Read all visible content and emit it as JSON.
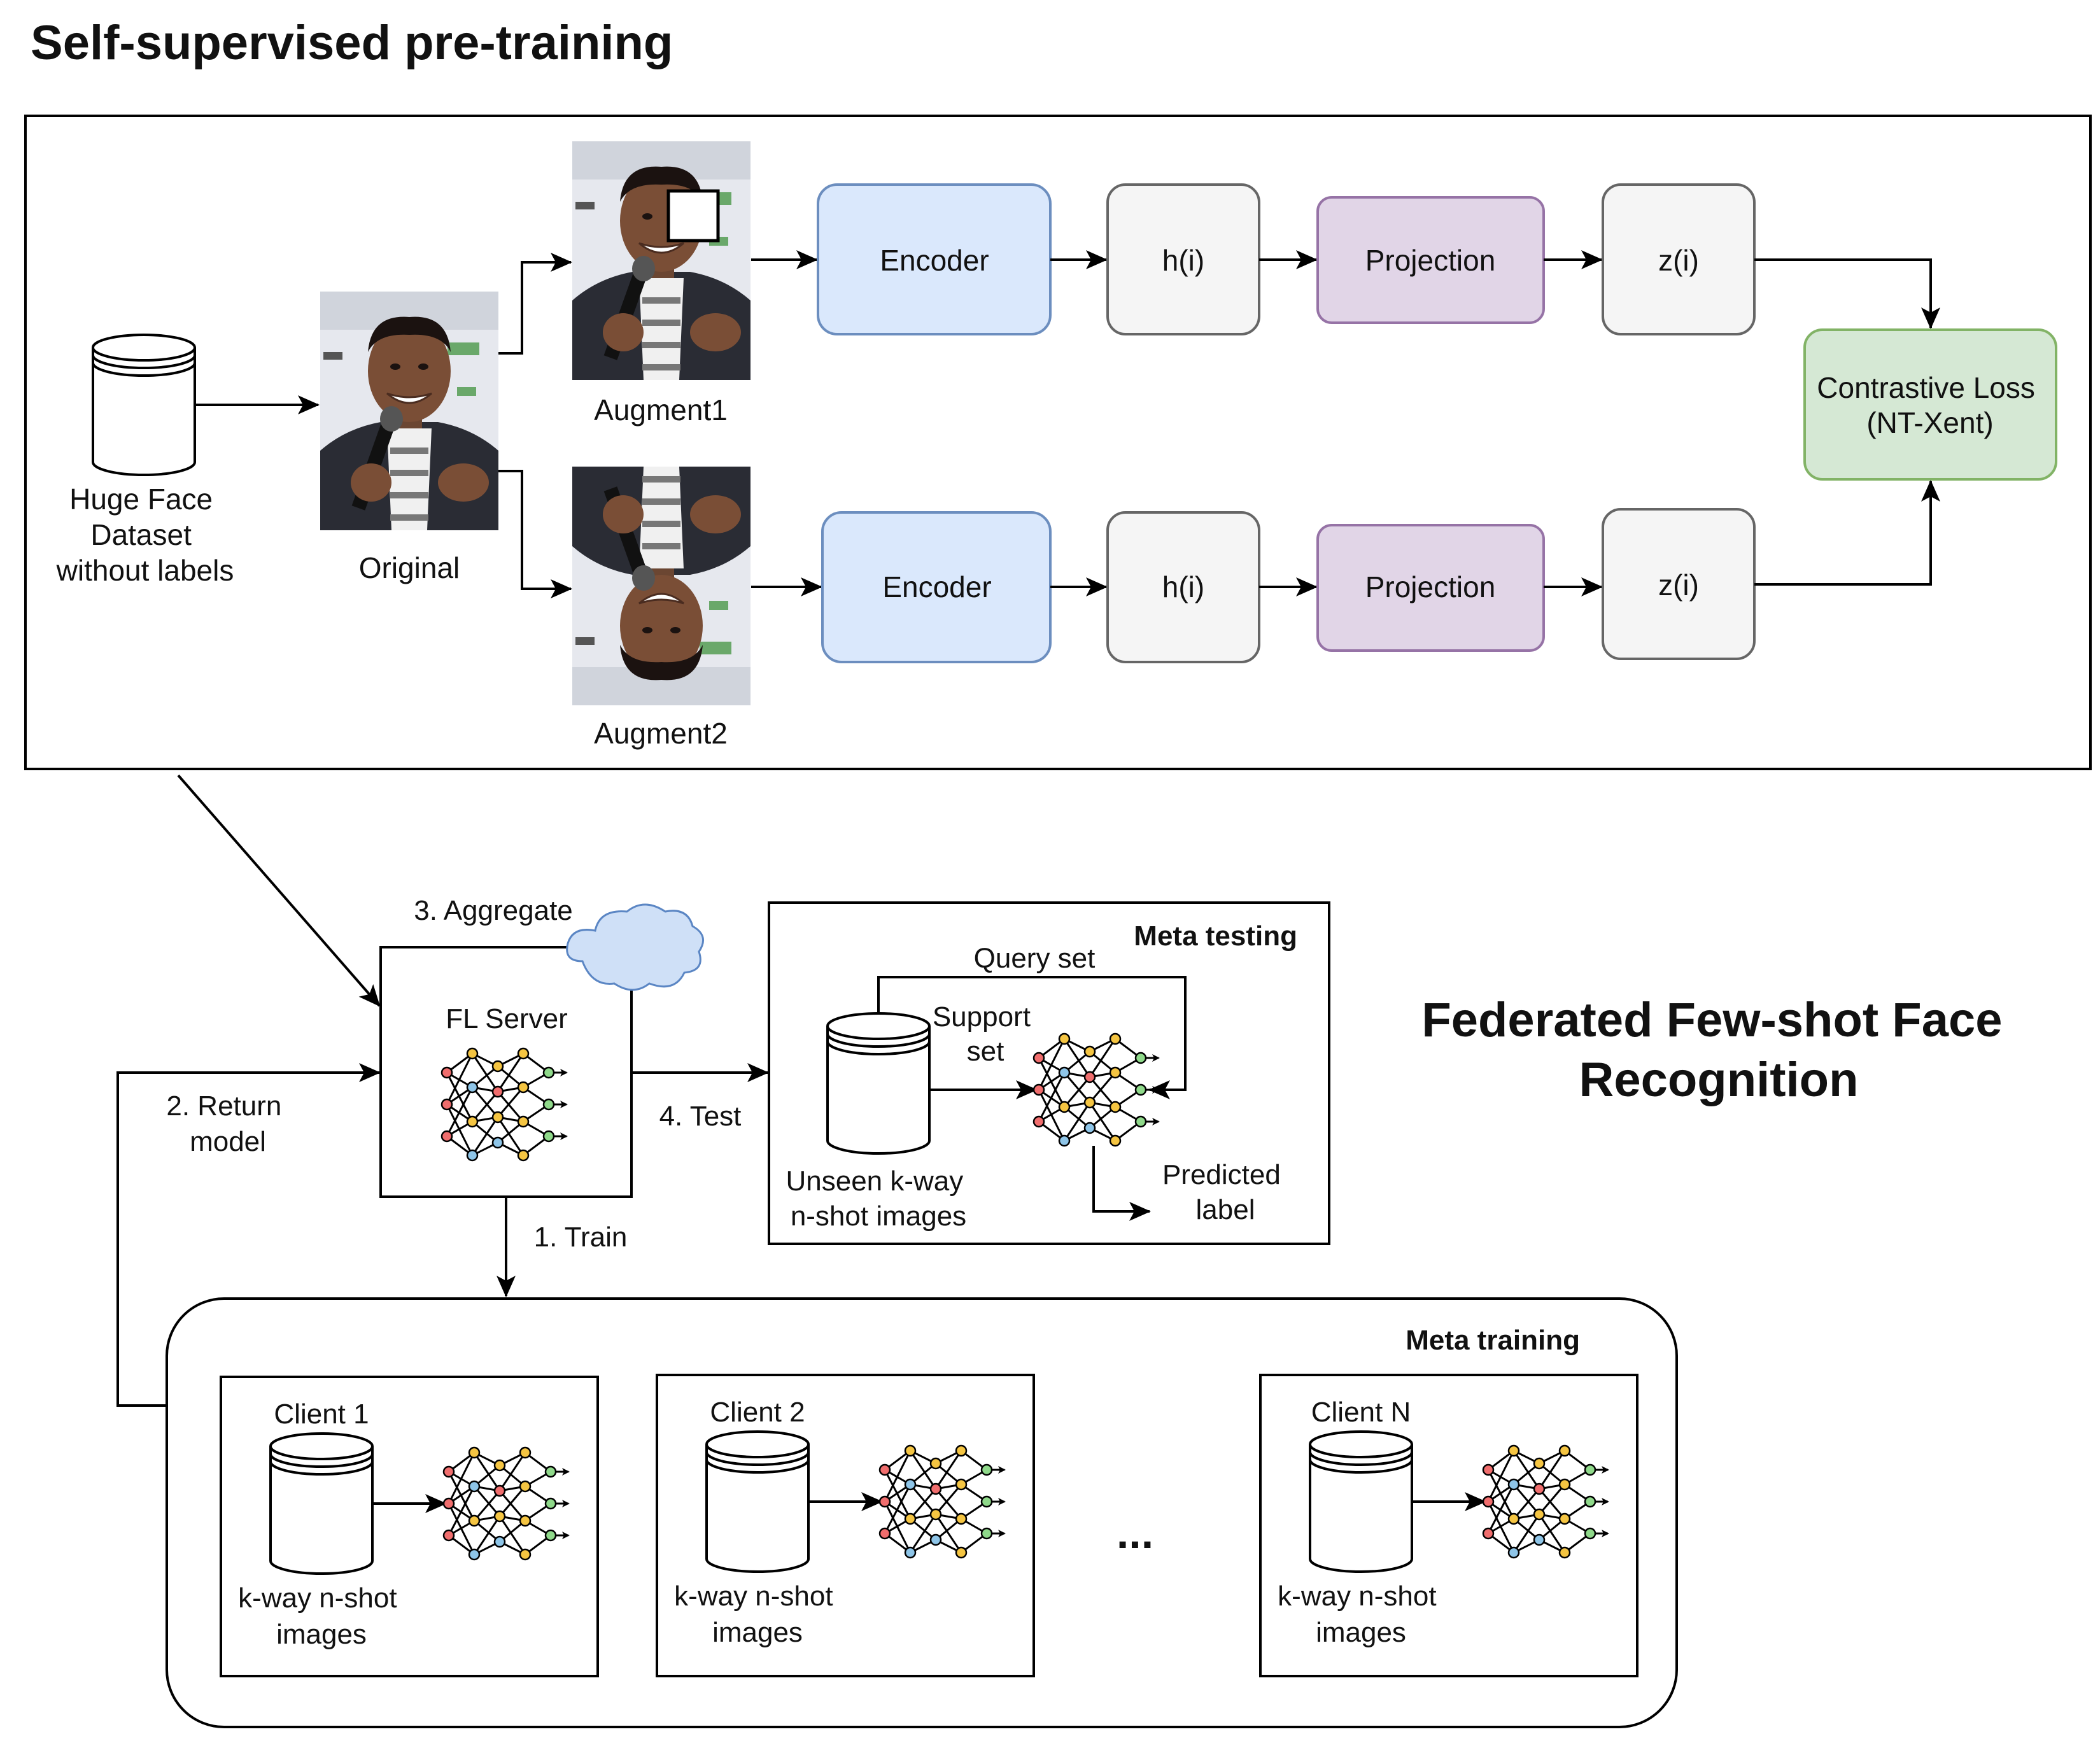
{
  "pretraining": {
    "title": "Self-supervised pre-training",
    "dataset_label": [
      "Huge Face",
      "Dataset",
      "without labels"
    ],
    "original_label": "Original",
    "augment1_label": "Augment1",
    "augment2_label": "Augment2",
    "encoder_label": "Encoder",
    "h_label": "h(i)",
    "projection_label": "Projection",
    "z_label": "z(i)",
    "loss_label": [
      "Contrastive Loss",
      "(NT-Xent)"
    ]
  },
  "federated": {
    "title": [
      "Federated Few-shot Face",
      "Recognition"
    ],
    "server_label": "FL Server",
    "aggregate_label": "3. Aggregate",
    "return_label": [
      "2. Return",
      "model"
    ],
    "test_label": "4. Test",
    "train_label": "1. Train"
  },
  "meta_testing": {
    "title": "Meta testing",
    "query_label": "Query set",
    "support_label": [
      "Support",
      "set"
    ],
    "images_label": [
      "Unseen k-way",
      "n-shot images"
    ],
    "predicted_label": [
      "Predicted",
      "label"
    ]
  },
  "meta_training": {
    "title": "Meta training",
    "clients": [
      {
        "name": "Client 1",
        "images": [
          "k-way n-shot",
          "images"
        ]
      },
      {
        "name": "Client 2",
        "images": [
          "k-way n-shot",
          "images"
        ]
      },
      {
        "name": "Client N",
        "images": [
          "k-way n-shot",
          "images"
        ]
      }
    ],
    "ellipsis": "..."
  },
  "colors": {
    "encoder_fill": "#dae8fc",
    "encoder_stroke": "#6c8ebf",
    "projection_fill": "#e1d5e7",
    "projection_stroke": "#9673a6",
    "loss_fill": "#d5e8d4",
    "loss_stroke": "#82b366",
    "h_fill": "#f5f5f5",
    "h_stroke": "#666666",
    "cloud_fill": "#cfe0f7",
    "cloud_stroke": "#5b86c4"
  }
}
